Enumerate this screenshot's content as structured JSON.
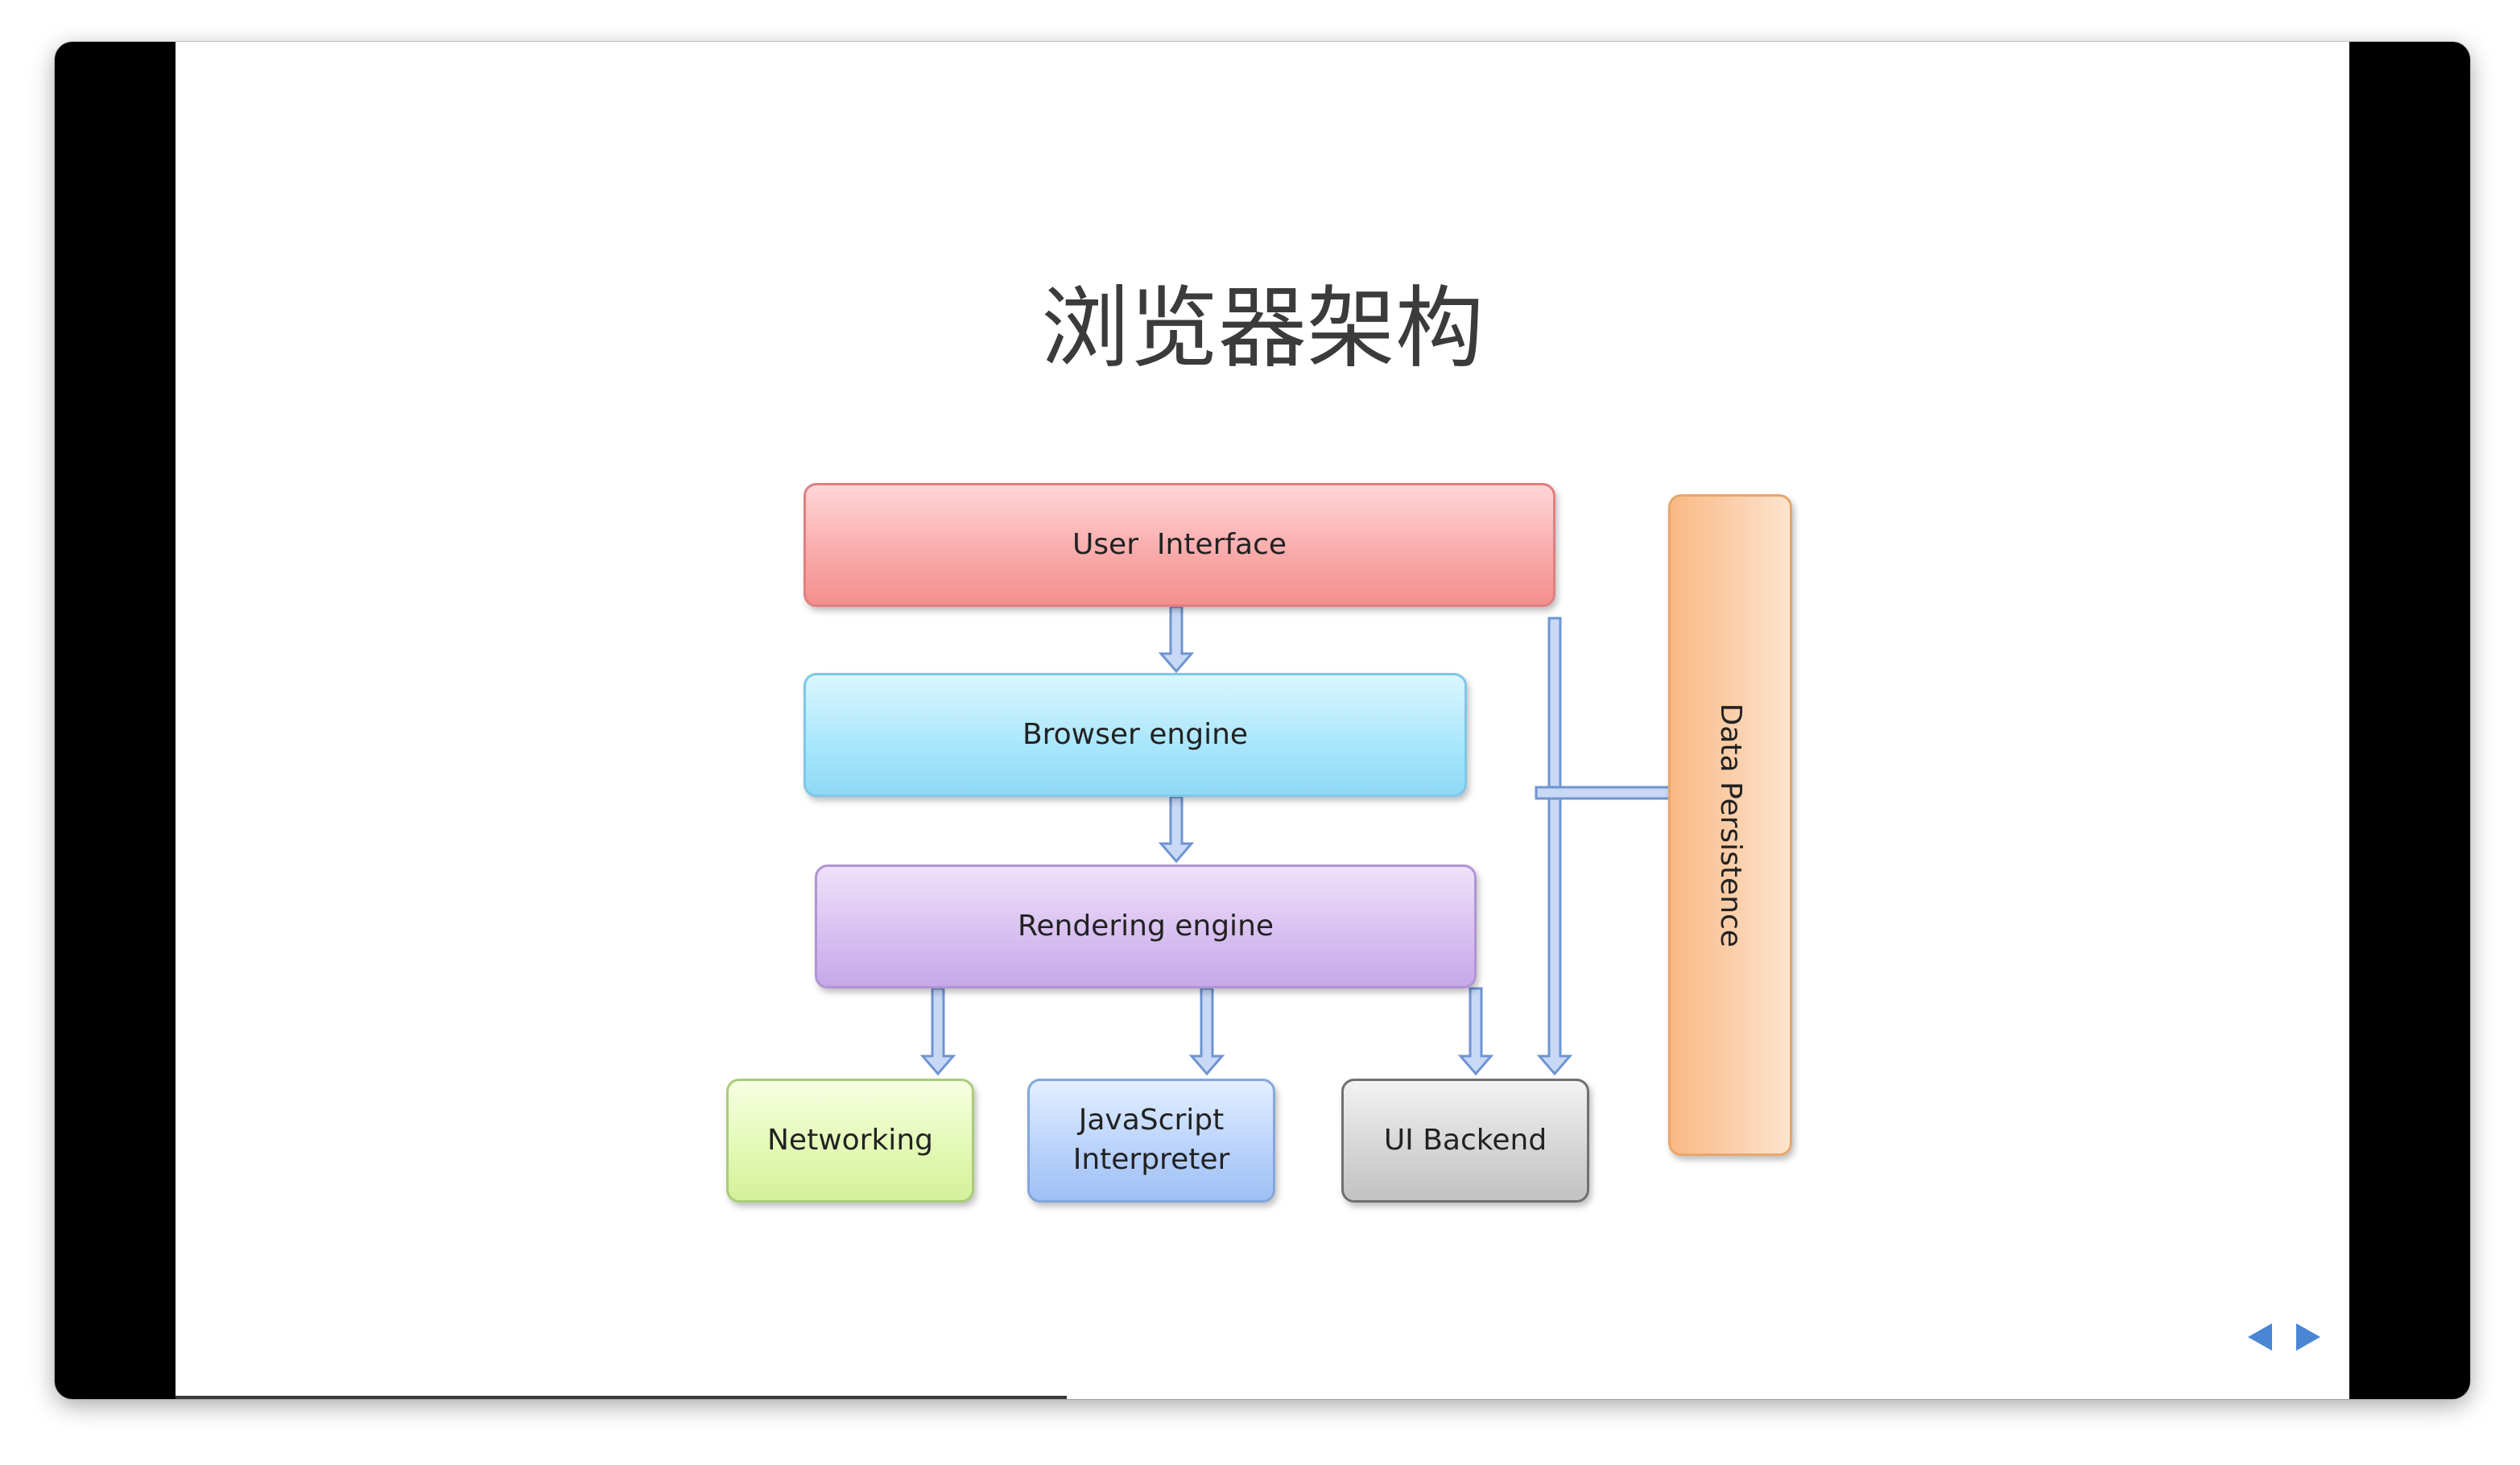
{
  "slide": {
    "title": "浏览器架构",
    "progress_fraction": 0.41
  },
  "diagram": {
    "user_interface": "User  Interface",
    "browser_engine": "Browser engine",
    "rendering_engine": "Rendering engine",
    "networking": "Networking",
    "javascript_interpreter_line1": "JavaScript",
    "javascript_interpreter_line2": "Interpreter",
    "ui_backend": "UI Backend",
    "data_persistence": "Data Persistence"
  },
  "colors": {
    "arrow_fill": "#c8d9f5",
    "arrow_stroke": "#6f94d2",
    "nav": "#4a86d4"
  },
  "icons": {
    "prev": "triangle-left-icon",
    "next": "triangle-right-icon"
  }
}
